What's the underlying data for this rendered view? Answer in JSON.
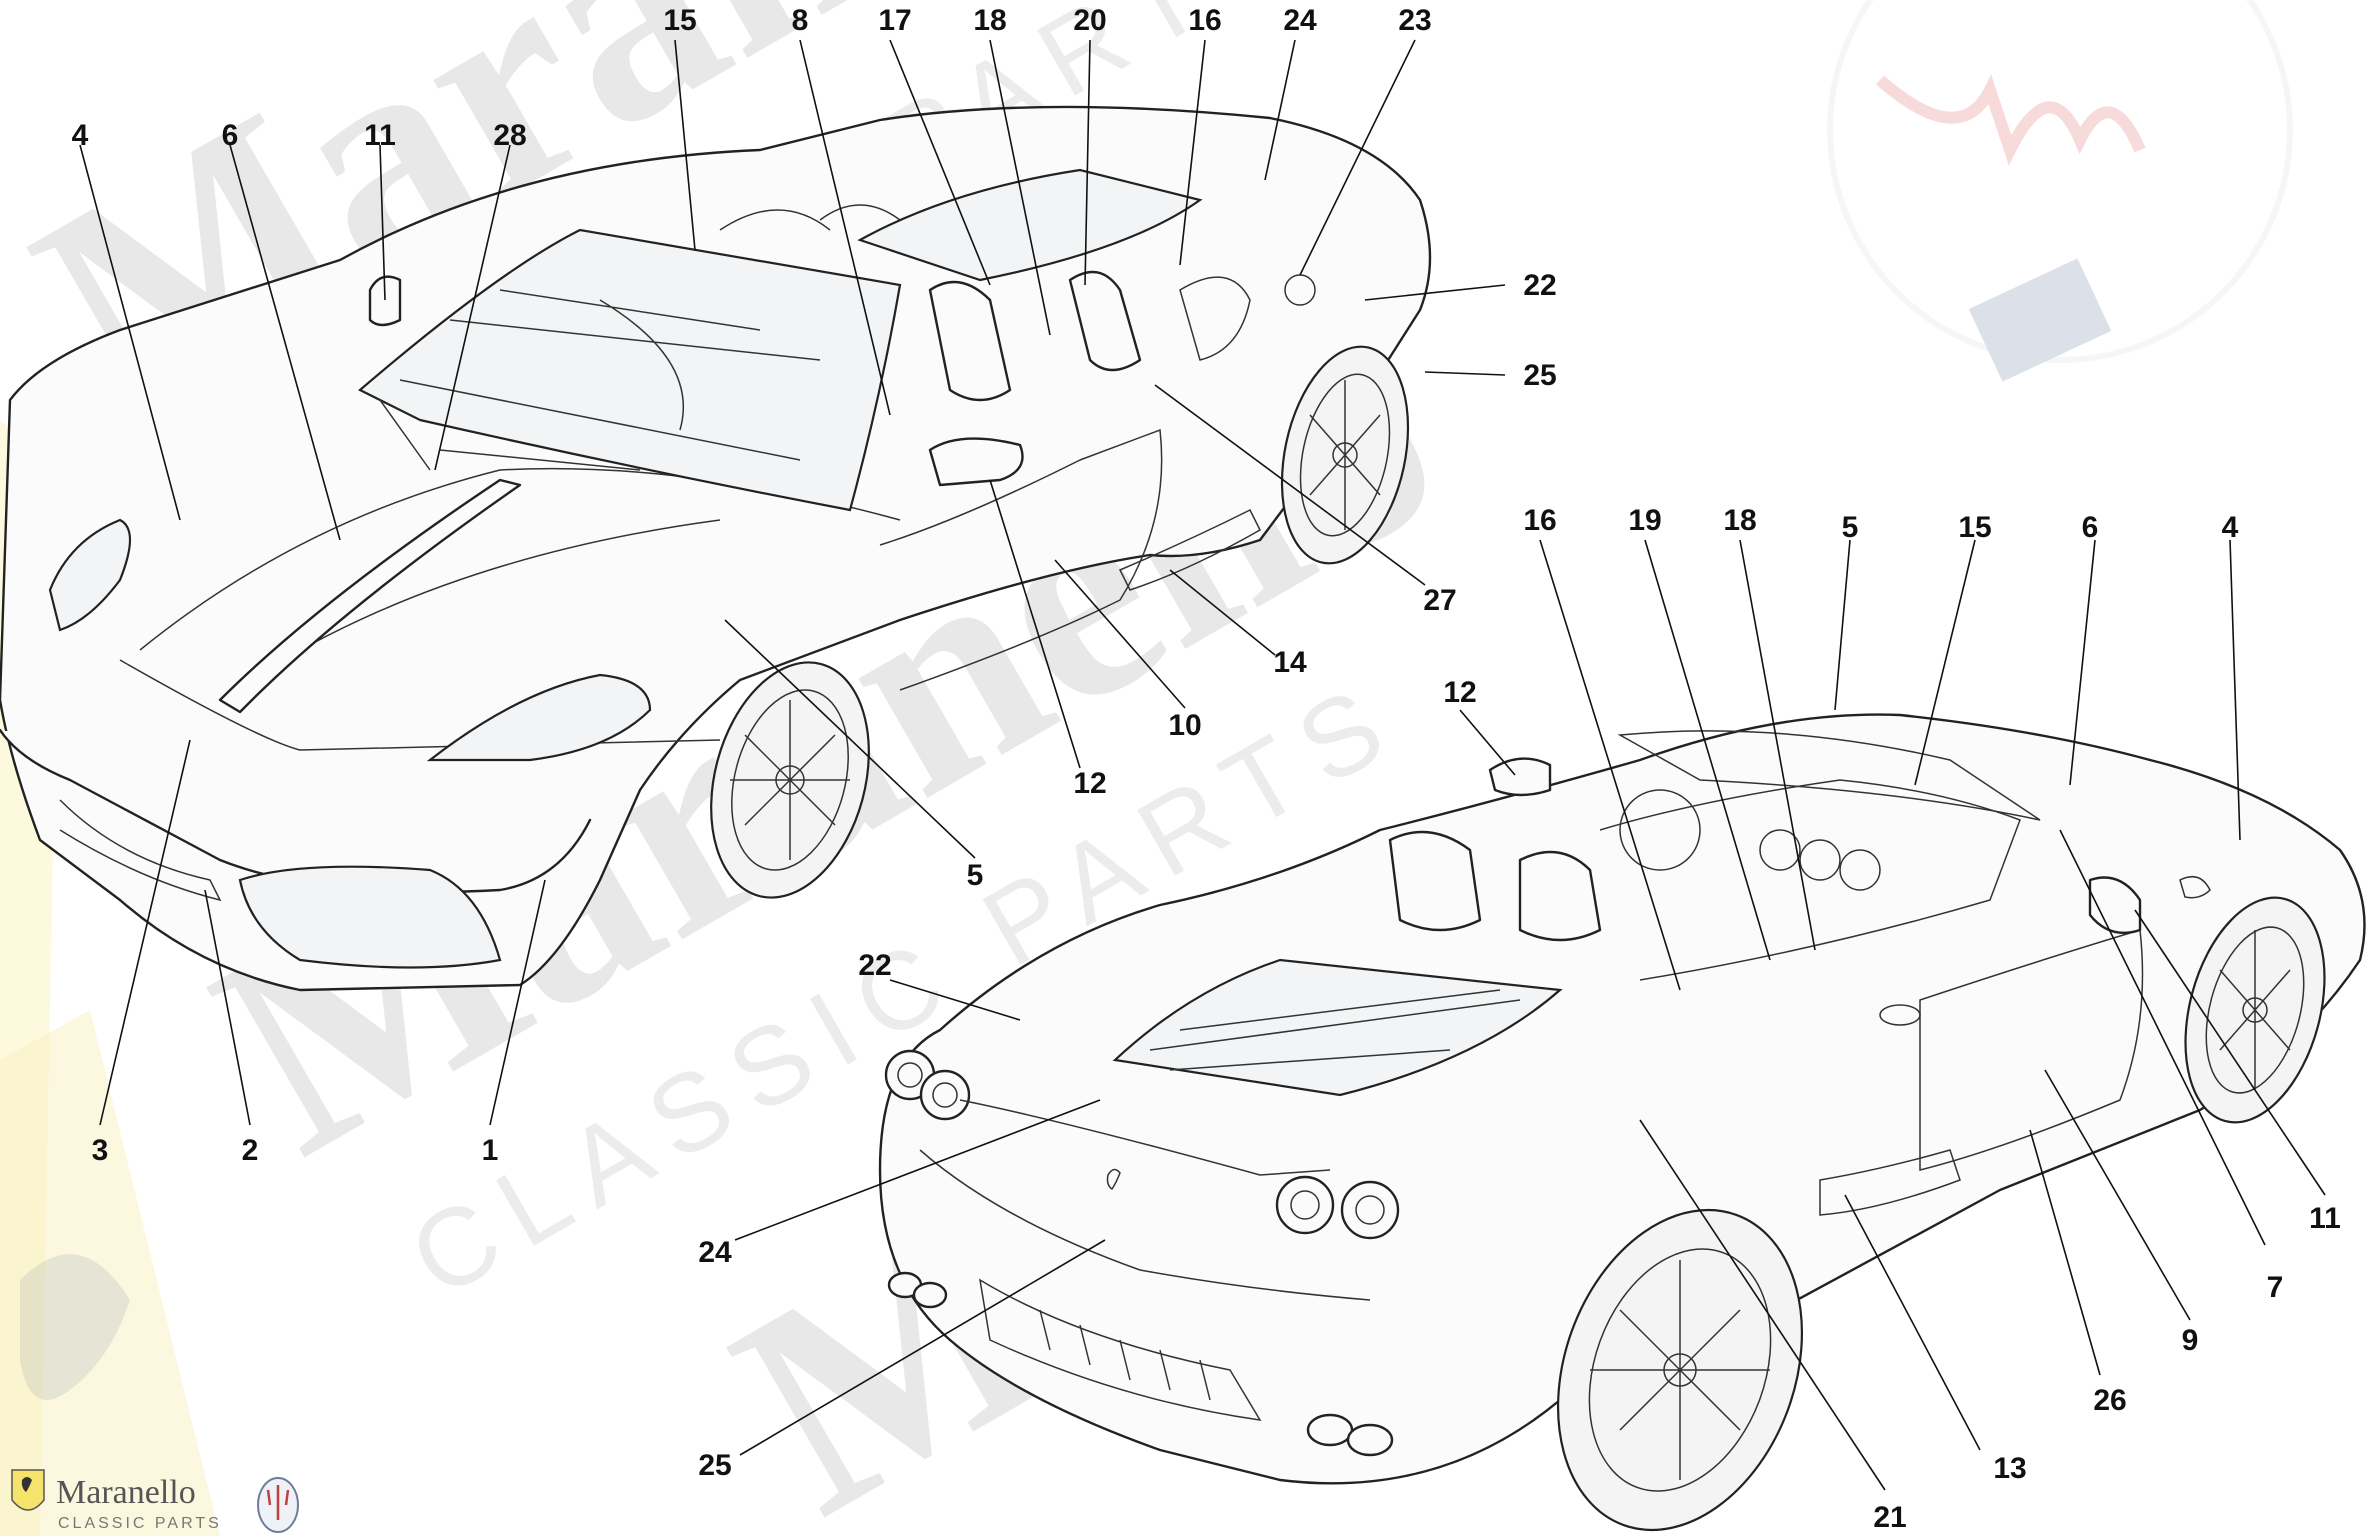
{
  "watermark": {
    "brand": "Maranello",
    "subtitle": "CLASSIC PARTS"
  },
  "logo": {
    "brand": "Maranello",
    "subtitle": "CLASSIC PARTS"
  },
  "front_view": {
    "callouts": [
      {
        "label": "15"
      },
      {
        "label": "8"
      },
      {
        "label": "17"
      },
      {
        "label": "18"
      },
      {
        "label": "20"
      },
      {
        "label": "16"
      },
      {
        "label": "24"
      },
      {
        "label": "23"
      },
      {
        "label": "4"
      },
      {
        "label": "6"
      },
      {
        "label": "11"
      },
      {
        "label": "28"
      },
      {
        "label": "22"
      },
      {
        "label": "25"
      },
      {
        "label": "27"
      },
      {
        "label": "14"
      },
      {
        "label": "10"
      },
      {
        "label": "12"
      },
      {
        "label": "5"
      },
      {
        "label": "3"
      },
      {
        "label": "2"
      },
      {
        "label": "1"
      }
    ]
  },
  "rear_view": {
    "callouts": [
      {
        "label": "16"
      },
      {
        "label": "19"
      },
      {
        "label": "18"
      },
      {
        "label": "5"
      },
      {
        "label": "15"
      },
      {
        "label": "6"
      },
      {
        "label": "4"
      },
      {
        "label": "12"
      },
      {
        "label": "22"
      },
      {
        "label": "24"
      },
      {
        "label": "25"
      },
      {
        "label": "21"
      },
      {
        "label": "13"
      },
      {
        "label": "26"
      },
      {
        "label": "9"
      },
      {
        "label": "7"
      },
      {
        "label": "11"
      }
    ]
  },
  "colors": {
    "line": "#222222",
    "watermark": "#d9d9d9",
    "flag_yellow": "#f5e36b",
    "maserati_red": "#e05a5a",
    "maserati_blue": "#3a4f7a"
  }
}
